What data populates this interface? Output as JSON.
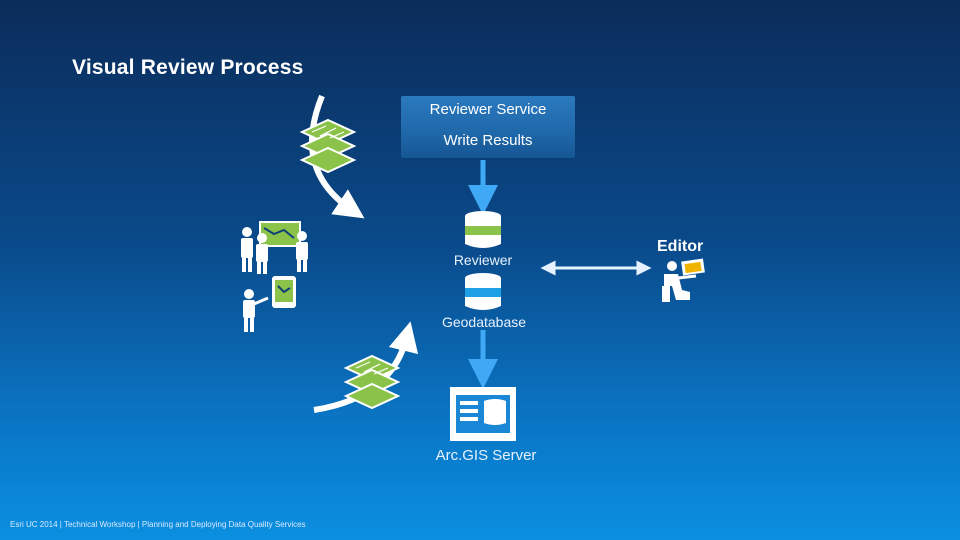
{
  "title": "Visual Review Process",
  "service": {
    "line1": "Reviewer Service",
    "line2": "Write Results"
  },
  "nodes": {
    "reviewer": "Reviewer",
    "geodatabase": "Geodatabase",
    "server": "Arc.GIS Server",
    "editor": "Editor"
  },
  "footer": "Esri UC 2014 | Technical Workshop |   Planning and Deploying Data Quality Services",
  "colors": {
    "bg_top": "#0b2c5a",
    "bg_bottom": "#0b8fe0",
    "arrow": "#3fa9f5",
    "reviewer_band": "#8bc34a",
    "geodb_band": "#1ea0e6",
    "layer_green": "#8bc34a"
  },
  "icons": [
    "layer-stack-icon",
    "database-icon",
    "server-icon",
    "people-map-icon",
    "person-tablet-icon",
    "editor-laptop-icon"
  ]
}
